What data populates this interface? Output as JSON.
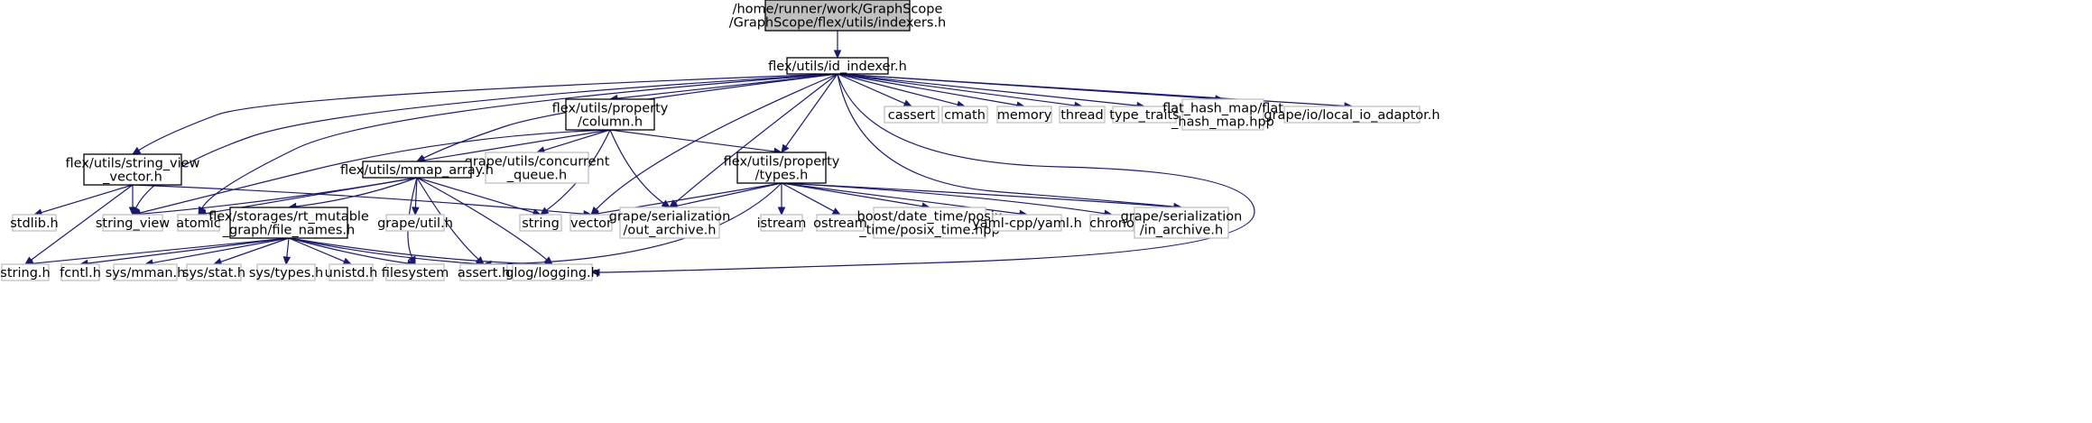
{
  "diagram": {
    "colors": {
      "edge": "#191970",
      "root_fill": "#bfbfbf",
      "internal_border": "#000000",
      "external_border": "#bfbfbf",
      "text": "#000000"
    },
    "nodes": [
      {
        "id": "root",
        "kind": "root",
        "lines": [
          "/home/runner/work/GraphScope",
          "/GraphScope/flex/utils/indexers.h"
        ]
      },
      {
        "id": "id_indexer",
        "kind": "internal",
        "lines": [
          "flex/utils/id_indexer.h"
        ]
      },
      {
        "id": "cassert",
        "kind": "external",
        "lines": [
          "cassert"
        ]
      },
      {
        "id": "cmath",
        "kind": "external",
        "lines": [
          "cmath"
        ]
      },
      {
        "id": "memory",
        "kind": "external",
        "lines": [
          "memory"
        ]
      },
      {
        "id": "thread",
        "kind": "external",
        "lines": [
          "thread"
        ]
      },
      {
        "id": "type_traits",
        "kind": "external",
        "lines": [
          "type_traits"
        ]
      },
      {
        "id": "flat_hash_map",
        "kind": "external",
        "lines": [
          "flat_hash_map/flat",
          "_hash_map.hpp"
        ]
      },
      {
        "id": "local_io_adaptor",
        "kind": "external",
        "lines": [
          "grape/io/local_io_adaptor.h"
        ]
      },
      {
        "id": "property_column",
        "kind": "internal",
        "lines": [
          "flex/utils/property",
          "/column.h"
        ]
      },
      {
        "id": "concurrent_queue",
        "kind": "external",
        "lines": [
          "grape/utils/concurrent",
          "_queue.h"
        ]
      },
      {
        "id": "string_view_vector",
        "kind": "internal",
        "lines": [
          "flex/utils/string_view",
          "_vector.h"
        ]
      },
      {
        "id": "mmap_array",
        "kind": "internal",
        "lines": [
          "flex/utils/mmap_array.h"
        ]
      },
      {
        "id": "property_types",
        "kind": "internal",
        "lines": [
          "flex/utils/property",
          "/types.h"
        ]
      },
      {
        "id": "stdlib",
        "kind": "external",
        "lines": [
          "stdlib.h"
        ]
      },
      {
        "id": "string_view",
        "kind": "external",
        "lines": [
          "string_view"
        ]
      },
      {
        "id": "atomic",
        "kind": "external",
        "lines": [
          "atomic"
        ]
      },
      {
        "id": "file_names",
        "kind": "internal",
        "lines": [
          "flex/storages/rt_mutable",
          "_graph/file_names.h"
        ]
      },
      {
        "id": "grape_util",
        "kind": "external",
        "lines": [
          "grape/util.h"
        ]
      },
      {
        "id": "string",
        "kind": "external",
        "lines": [
          "string"
        ]
      },
      {
        "id": "vector",
        "kind": "external",
        "lines": [
          "vector"
        ]
      },
      {
        "id": "out_archive",
        "kind": "external",
        "lines": [
          "grape/serialization",
          "/out_archive.h"
        ]
      },
      {
        "id": "istream",
        "kind": "external",
        "lines": [
          "istream"
        ]
      },
      {
        "id": "ostream",
        "kind": "external",
        "lines": [
          "ostream"
        ]
      },
      {
        "id": "posix_time",
        "kind": "external",
        "lines": [
          "boost/date_time/posix",
          "_time/posix_time.hpp"
        ]
      },
      {
        "id": "yaml",
        "kind": "external",
        "lines": [
          "yaml-cpp/yaml.h"
        ]
      },
      {
        "id": "chrono",
        "kind": "external",
        "lines": [
          "chrono"
        ]
      },
      {
        "id": "in_archive",
        "kind": "external",
        "lines": [
          "grape/serialization",
          "/in_archive.h"
        ]
      },
      {
        "id": "string_h",
        "kind": "external",
        "lines": [
          "string.h"
        ]
      },
      {
        "id": "fcntl",
        "kind": "external",
        "lines": [
          "fcntl.h"
        ]
      },
      {
        "id": "sys_mman",
        "kind": "external",
        "lines": [
          "sys/mman.h"
        ]
      },
      {
        "id": "sys_stat",
        "kind": "external",
        "lines": [
          "sys/stat.h"
        ]
      },
      {
        "id": "sys_types",
        "kind": "external",
        "lines": [
          "sys/types.h"
        ]
      },
      {
        "id": "unistd",
        "kind": "external",
        "lines": [
          "unistd.h"
        ]
      },
      {
        "id": "filesystem",
        "kind": "external",
        "lines": [
          "filesystem"
        ]
      },
      {
        "id": "assert",
        "kind": "external",
        "lines": [
          "assert.h"
        ]
      },
      {
        "id": "glog",
        "kind": "external",
        "lines": [
          "glog/logging.h"
        ]
      }
    ],
    "edges": [
      [
        "root",
        "id_indexer"
      ],
      [
        "id_indexer",
        "cassert"
      ],
      [
        "id_indexer",
        "cmath"
      ],
      [
        "id_indexer",
        "memory"
      ],
      [
        "id_indexer",
        "thread"
      ],
      [
        "id_indexer",
        "type_traits"
      ],
      [
        "id_indexer",
        "flat_hash_map"
      ],
      [
        "id_indexer",
        "local_io_adaptor"
      ],
      [
        "id_indexer",
        "property_column"
      ],
      [
        "id_indexer",
        "string_view_vector"
      ],
      [
        "id_indexer",
        "mmap_array"
      ],
      [
        "id_indexer",
        "property_types"
      ],
      [
        "id_indexer",
        "string_view"
      ],
      [
        "id_indexer",
        "atomic"
      ],
      [
        "id_indexer",
        "vector"
      ],
      [
        "id_indexer",
        "out_archive"
      ],
      [
        "id_indexer",
        "in_archive"
      ],
      [
        "id_indexer",
        "glog"
      ],
      [
        "property_column",
        "mmap_array"
      ],
      [
        "property_column",
        "property_types"
      ],
      [
        "property_column",
        "concurrent_queue"
      ],
      [
        "property_column",
        "string_view"
      ],
      [
        "property_column",
        "string"
      ],
      [
        "property_column",
        "out_archive"
      ],
      [
        "string_view_vector",
        "stdlib"
      ],
      [
        "string_view_vector",
        "string_view"
      ],
      [
        "string_view_vector",
        "string_h"
      ],
      [
        "string_view_vector",
        "vector"
      ],
      [
        "mmap_array",
        "string_view"
      ],
      [
        "mmap_array",
        "atomic"
      ],
      [
        "mmap_array",
        "file_names"
      ],
      [
        "mmap_array",
        "grape_util"
      ],
      [
        "mmap_array",
        "string"
      ],
      [
        "mmap_array",
        "filesystem"
      ],
      [
        "mmap_array",
        "assert"
      ],
      [
        "mmap_array",
        "glog"
      ],
      [
        "property_types",
        "vector"
      ],
      [
        "property_types",
        "out_archive"
      ],
      [
        "property_types",
        "istream"
      ],
      [
        "property_types",
        "ostream"
      ],
      [
        "property_types",
        "posix_time"
      ],
      [
        "property_types",
        "yaml"
      ],
      [
        "property_types",
        "chrono"
      ],
      [
        "property_types",
        "in_archive"
      ],
      [
        "property_types",
        "assert"
      ],
      [
        "file_names",
        "string_h"
      ],
      [
        "file_names",
        "fcntl"
      ],
      [
        "file_names",
        "sys_mman"
      ],
      [
        "file_names",
        "sys_stat"
      ],
      [
        "file_names",
        "sys_types"
      ],
      [
        "file_names",
        "unistd"
      ],
      [
        "file_names",
        "filesystem"
      ],
      [
        "file_names",
        "assert"
      ],
      [
        "file_names",
        "glog"
      ]
    ]
  }
}
